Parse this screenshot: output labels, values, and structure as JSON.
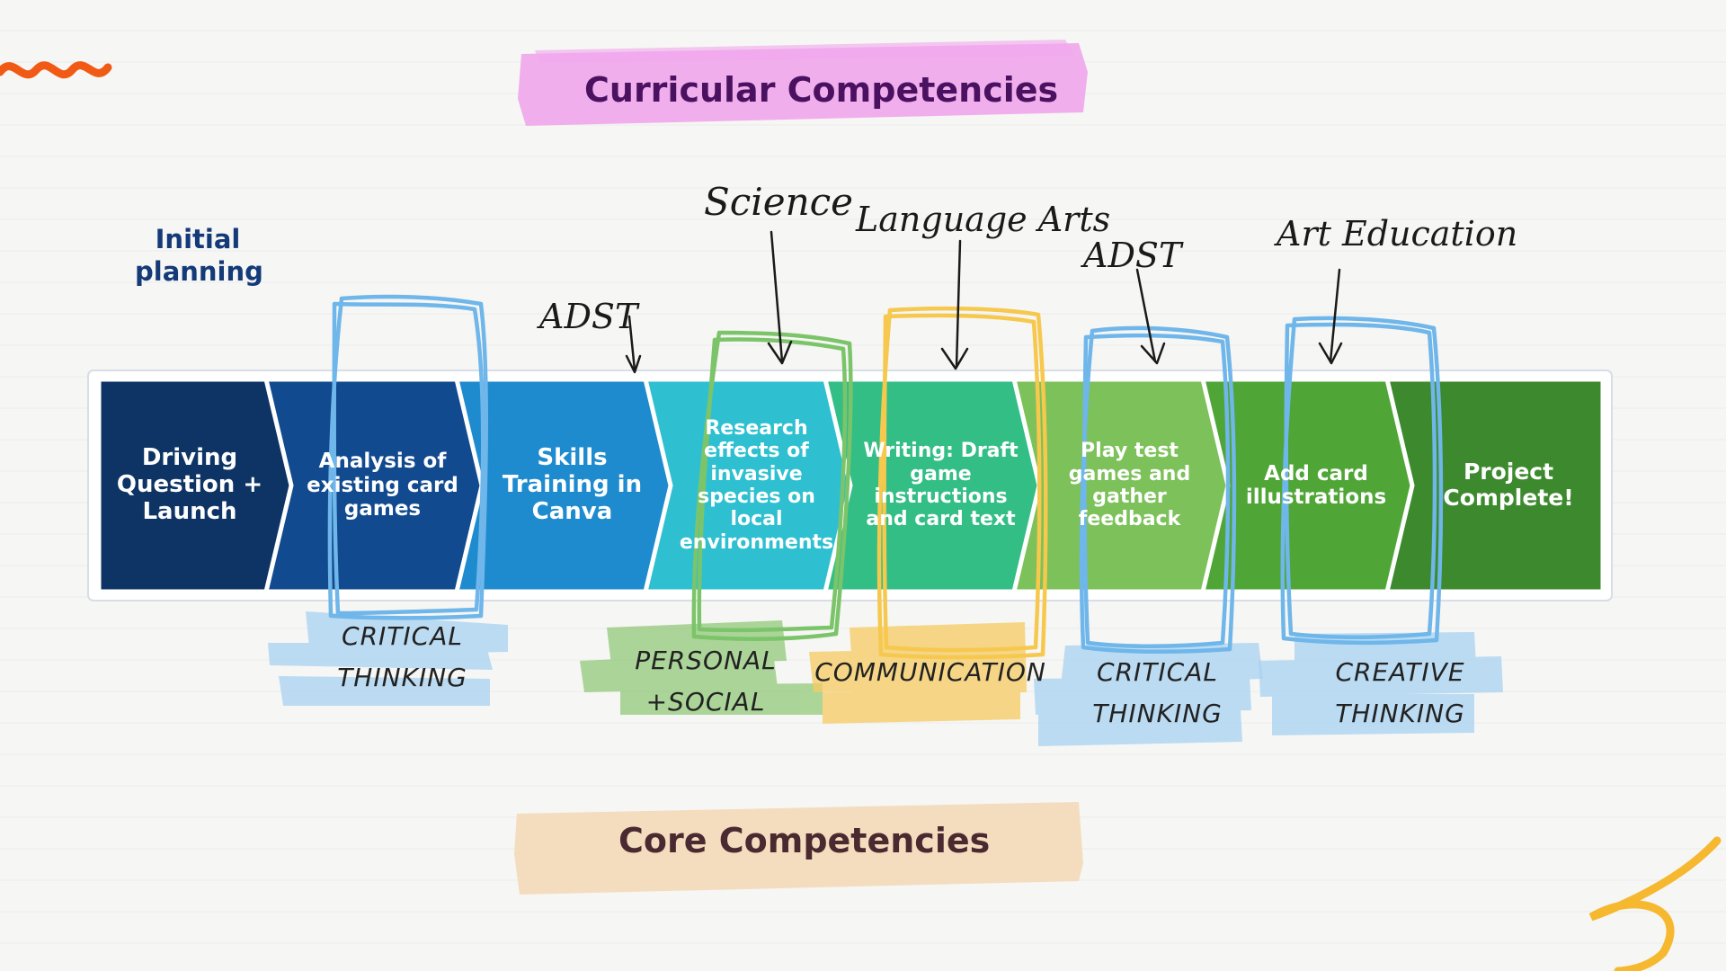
{
  "headings": {
    "curricular": "Curricular Competencies",
    "core": "Core Competencies",
    "initial_planning": "Initial planning"
  },
  "steps": [
    {
      "label": "Driving Question + Launch",
      "color": "#0d3465"
    },
    {
      "label": "Analysis of existing card games",
      "color": "#124a8f"
    },
    {
      "label": "Skills Training in Canva",
      "color": "#1f8bcf"
    },
    {
      "label": "Research effects of invasive species on local environments",
      "color": "#2ec0d0"
    },
    {
      "label": "Writing: Draft game instructions and card text",
      "color": "#33be86"
    },
    {
      "label": "Play test games and gather feedback",
      "color": "#7cc159"
    },
    {
      "label": "Add card illustrations",
      "color": "#4fa636"
    },
    {
      "label": "Project Complete!",
      "color": "#3d8a2e"
    }
  ],
  "subjects": [
    {
      "label": "ADST"
    },
    {
      "label": "Science"
    },
    {
      "label": "Language Arts"
    },
    {
      "label": "ADST"
    },
    {
      "label": "Art Education"
    }
  ],
  "core_labels": [
    {
      "lines": [
        "CRITICAL",
        "THINKING"
      ],
      "color": "#9ccbed"
    },
    {
      "lines": [
        "PERSONAL",
        "+SOCIAL"
      ],
      "color": "#93c97a"
    },
    {
      "lines": [
        "COMMUNICATION"
      ],
      "color": "#f7cc62"
    },
    {
      "lines": [
        "CRITICAL",
        "THINKING"
      ],
      "color": "#9ccbed"
    },
    {
      "lines": [
        "CREATIVE",
        "THINKING"
      ],
      "color": "#9ccbed"
    }
  ],
  "colors": {
    "curricular_highlight": "#f1a6ec",
    "core_highlight": "#f3d8b5",
    "blue_outline": "#6fb6ea",
    "green_outline": "#7cc46a",
    "yellow_outline": "#f6c84d",
    "orange_squiggle": "#f05a14",
    "yellow_squiggle": "#f5b82e"
  }
}
